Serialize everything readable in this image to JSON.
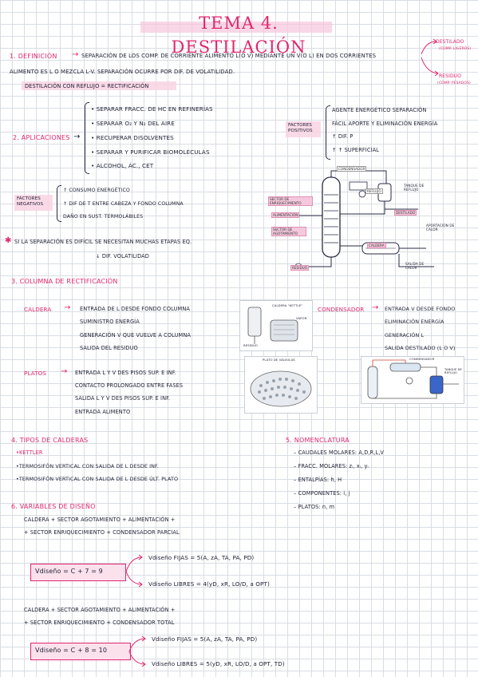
{
  "title": "TEMA 4. DESTILACIÓN",
  "sec1": {
    "num": "1. DEFINICIÓN",
    "line1": "SEPARACIÓN DE LOS COMP. DE CORRIENTE ALIMENTO L(O V) MEDIANTE UN V(O L) EN DOS CORRIENTES",
    "line2": "ALIMENTO ES L O MEZCLA L-V. SEPARACIÓN OCURRE POR DIF. DE VOLATILIDAD.",
    "destilado": "DESTILADO",
    "destilado_sub": "(COMP. LIGEROS)",
    "residuo": "RESIDUO",
    "residuo_sub": "(COMP. PESADOS)",
    "reflujo": "DESTILACIÓN CON REFLUJO = RECTIFICACIÓN"
  },
  "sec2": {
    "label": "2. APLICACIONES",
    "items": [
      "• SEPARAR FRACC. DE HC EN REFINERÍAS",
      "• SEPARAR O₂ Y N₂ DEL AIRE",
      "• RECUPERAR DISOLVENTES",
      "• SEPARAR Y PURIFICAR BIOMOLÉCULAS",
      "• ALCOHOL, ÁC., CET"
    ],
    "pos_label": "FACTORES POSITIVOS",
    "pos_items": [
      "AGENTE ENERGÉTICO SEPARACIÓN",
      "FÁCIL APORTE Y ELIMINACIÓN ENERGÍA",
      "↑ DIF. P",
      "↑ ↑ SUPERFICIAL"
    ],
    "neg_label": "FACTORES NEGATIVOS",
    "neg_items": [
      "↑ CONSUMO ENERGÉTICO",
      "↑ DIF DE T ENTRE CABEZA Y FONDO COLUMNA",
      "DAÑO EN SUST. TERMOLÁBILES"
    ],
    "note_star": "✱",
    "note": "SI LA SEPARACIÓN ES DIFÍCIL SE NECESITAN MUCHAS ETAPAS EQ.",
    "note2": "↓ DIF. VOLATILIDAD",
    "diagram": {
      "condensador": "CONDENSADOR",
      "reflujo": "REFLUJO",
      "tanque": "TANQUE DE REFLUJO",
      "sector_enr": "SECTOR DE ENRIQUECIMIENTO",
      "alimentacion": "ALIMENTACIÓN",
      "sector_ag": "SECTOR DE AGOTAMIENTO",
      "caldera": "CALDERA",
      "destilado": "DESTILADO",
      "aportacion": "APORTACIÓN DE CALOR",
      "residuo": "RESIDUO",
      "salida": "SALIDA DE CALOR"
    }
  },
  "sec3": {
    "label": "3. COLUMNA DE RECTIFICACIÓN",
    "caldera": "CALDERA",
    "caldera_lines": [
      "ENTRADA DE L DESDE FONDO COLUMNA",
      "SUMINISTRO ENERGÍA",
      "GENERACIÓN V QUE VUELVE A COLUMNA",
      "SALIDA DEL RESIDUO"
    ],
    "condensador": "CONDENSADOR",
    "condensador_lines": [
      "ENTRADA V DESDE FONDO",
      "ELIMINACIÓN ENERGÍA",
      "GENERACIÓN L",
      "SALIDA DESTILADO (L O V)"
    ],
    "platos": "PLATOS",
    "platos_lines": [
      "ENTRADA L Y V DES PISOS SUP. E INF.",
      "CONTACTO PROLONGADO ENTRE FASES",
      "SALIDA L Y V DES PISOS SUP. E INF.",
      "ENTRADA ALIMENTO"
    ],
    "img1_label": "CALDERA \"KETTLE\"",
    "img1_vapor": "VAPOR",
    "img1_residuo": "RESIDUO",
    "img2_label": "PLATO DE VÁLVULAS",
    "img3_label": "CONDENSADOR",
    "img3_tank": "TANQUE DE REFLUJO"
  },
  "sec4": {
    "label": "4. TIPOS DE CALDERAS",
    "items": [
      "•KETTLER",
      "•TERMOSIFÓN VERTICAL CON SALIDA DE L DESDE INF.",
      "•TERMOSIFÓN VERTICAL CON SALIDA DE L DESDE ÚLT. PLATO"
    ]
  },
  "sec5": {
    "label": "5. NOMENCLATURA",
    "items": [
      "– CAUDALES MOLARES: A,D,R,L,V",
      "– FRACC. MOLARES: zᵢ, xᵢ, yᵢ",
      "– ENTALPÍAS: h, H",
      "– COMPONENTES: i, j",
      "– PLATOS: n, m"
    ]
  },
  "sec6": {
    "label": "6. VARIABLES DE DISEÑO",
    "p1_line1": "CALDERA + SECTOR AGOTAMIENTO + ALIMENTACIÓN +",
    "p1_line2": "+ SECTOR ENRIQUECIMIENTO + CONDENSADOR PARCIAL",
    "eq1": "Vdiseño = C + 7 = 9",
    "fijas1": "Vdiseño FIJAS = 5(A, zA, TA, PA, PD)",
    "libres1": "Vdiseño LIBRES = 4(yD, xR, LO/D, a OPT)",
    "p2_line1": "CALDERA + SECTOR AGOTAMIENTO + ALIMENTACIÓN +",
    "p2_line2": "+ SECTOR ENRIQUECIMIENTO + CONDENSADOR TOTAL",
    "eq2": "Vdiseño = C + 8 = 10",
    "fijas2": "Vdiseño FIJAS = 5(A, zA, TA, PA, PD)",
    "libres2": "Vdiseño LIBRES = 5(yD, xR, LO/D, a OPT, TD)"
  }
}
